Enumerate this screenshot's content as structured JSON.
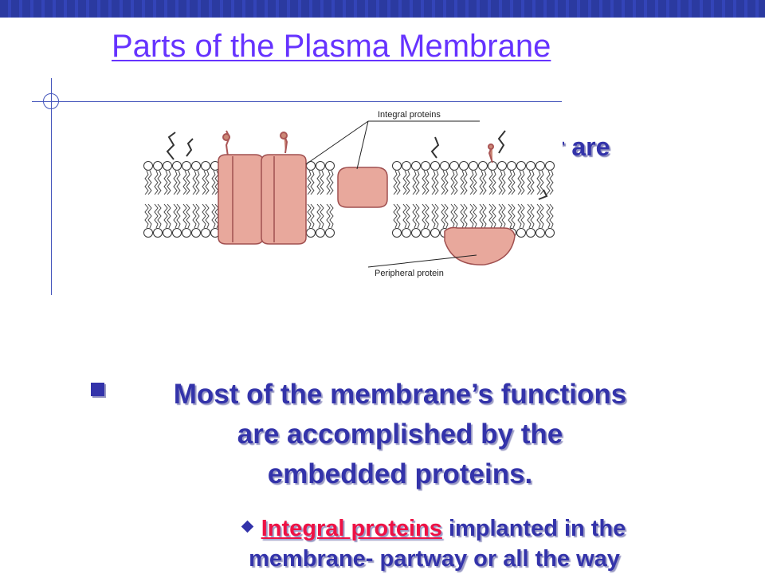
{
  "slide": {
    "title": "Parts of the Plasma Membrane",
    "background_fragment": "r are"
  },
  "diagram": {
    "label_integral": "Integral proteins",
    "label_peripheral": "Peripheral protein"
  },
  "bullets": {
    "main_line1": "Most of the membrane’s functions",
    "main_line2": "are accomplished by the",
    "main_line3": "embedded proteins.",
    "sub_term": "Integral proteins",
    "sub_rest": " implanted in the",
    "sub_line2": "membrane- partway or all the way"
  },
  "colors": {
    "title": "#6633ff",
    "body_text": "#3333aa",
    "term": "#ee1144",
    "protein_fill": "#e8a89c",
    "topbar": "#2b3aa0"
  }
}
